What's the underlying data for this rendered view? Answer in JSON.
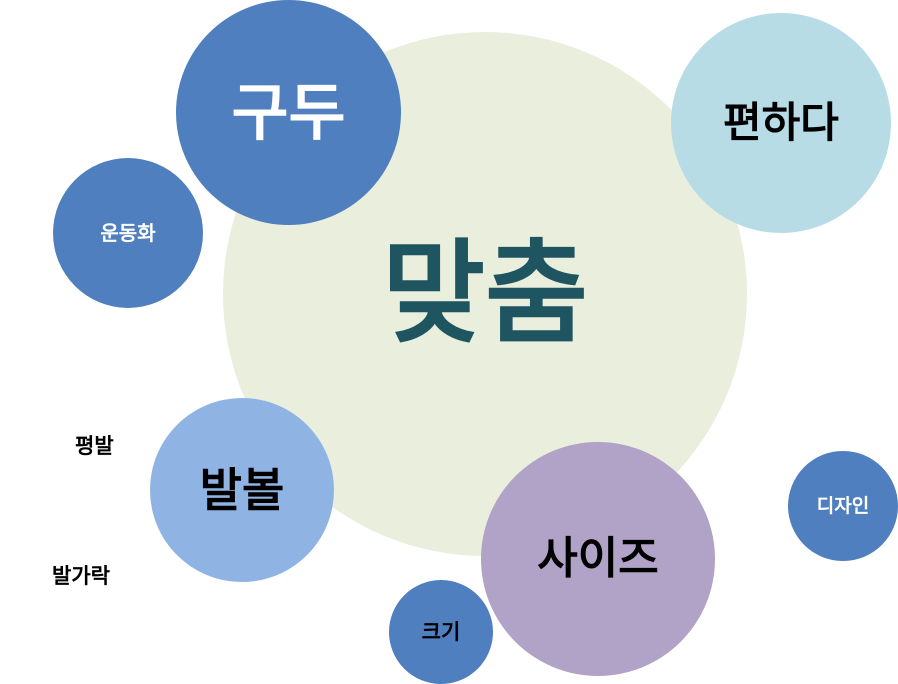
{
  "diagram": {
    "center": {
      "label": "맞춤",
      "fill": "#e9eedd",
      "text_color": "#1f5560"
    },
    "bubbles": [
      {
        "id": "gudu",
        "label": "구두",
        "fill": "#4f7fbe",
        "text_color": "#ffffff"
      },
      {
        "id": "pyeon",
        "label": "편하다",
        "fill": "#b7dce6",
        "text_color": "#000000"
      },
      {
        "id": "undong",
        "label": "운동화",
        "fill": "#4f7fbe",
        "text_color": "#ffffff"
      },
      {
        "id": "balbol",
        "label": "발볼",
        "fill": "#8fb3e3",
        "text_color": "#000000"
      },
      {
        "id": "size",
        "label": "사이즈",
        "fill": "#b1a2c7",
        "text_color": "#000000"
      },
      {
        "id": "keugi",
        "label": "크기",
        "fill": "#4f7fbe",
        "text_color": "#000000"
      },
      {
        "id": "design",
        "label": "디자인",
        "fill": "#4f7fbe",
        "text_color": "#ffffff"
      }
    ],
    "free_labels": [
      {
        "id": "pyeongbal",
        "label": "평발",
        "text_color": "#000000"
      },
      {
        "id": "balgarak",
        "label": "발가락",
        "text_color": "#000000"
      }
    ]
  }
}
